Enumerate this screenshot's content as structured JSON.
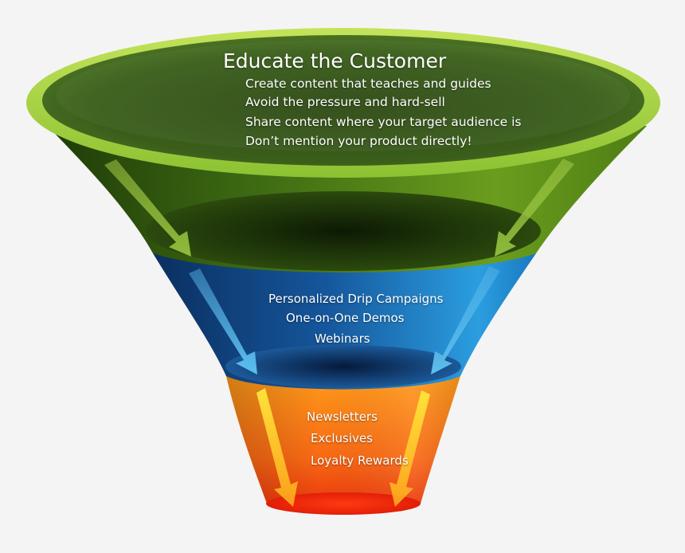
{
  "stages": [
    {
      "name": "Educate the Customer",
      "items": [
        "Create content that teaches and guides",
        "Avoid the pressure and hard-sell",
        "Share content where your target audience is",
        "Don’t mention your product directly!"
      ],
      "color": "#6e9a1e"
    },
    {
      "items": [
        "Personalized Drip Campaigns",
        "One-on-One Demos",
        "Webinars"
      ],
      "color": "#1f78b4"
    },
    {
      "items": [
        "Newsletters",
        "Exclusives",
        "Loyalty Rewards"
      ],
      "color": "#f57f17"
    }
  ]
}
